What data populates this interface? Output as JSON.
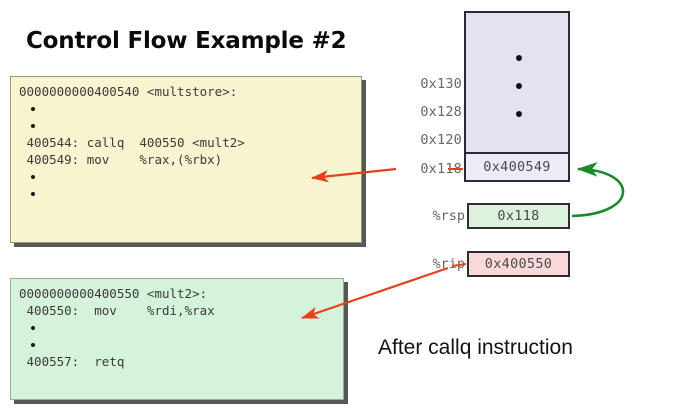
{
  "slide": {
    "title": "Control Flow Example #2",
    "caption": "After callq instruction",
    "background": "#ffffff"
  },
  "code_blocks": [
    {
      "id": "multstore",
      "fill": "#f7f4cf",
      "lines": [
        {
          "type": "text",
          "text": "0000000000400540 <multstore>:"
        },
        {
          "type": "dot",
          "text": ""
        },
        {
          "type": "dot",
          "text": ""
        },
        {
          "type": "text",
          "text": " 400544: callq  400550 <mult2>"
        },
        {
          "type": "text",
          "text": " 400549: mov    %rax,(%rbx)"
        },
        {
          "type": "dot",
          "text": ""
        },
        {
          "type": "dot",
          "text": ""
        }
      ]
    },
    {
      "id": "mult2",
      "fill": "#d5f2da",
      "lines": [
        {
          "type": "text",
          "text": "0000000000400550 <mult2>:"
        },
        {
          "type": "text",
          "text": " 400550:  mov    %rdi,%rax"
        },
        {
          "type": "dot",
          "text": ""
        },
        {
          "type": "dot",
          "text": ""
        },
        {
          "type": "text",
          "text": " 400557:  retq"
        }
      ]
    }
  ],
  "stack": {
    "fill": "#e2e2f2",
    "cell_fill": "#ececf8",
    "addresses": [
      {
        "label": "0x130"
      },
      {
        "label": "0x128"
      },
      {
        "label": "0x120"
      },
      {
        "label": "0x118"
      }
    ],
    "cell_value": "0x400549",
    "ellipsis_dots": 3
  },
  "registers": [
    {
      "name": "%rsp",
      "value": "0x118",
      "fill": "#ddf2dd"
    },
    {
      "name": "%rip",
      "value": "0x400550",
      "fill": "#fbd9da"
    }
  ],
  "arrows": {
    "red_color": "#e8401a",
    "green_color": "#1a8a2a"
  }
}
